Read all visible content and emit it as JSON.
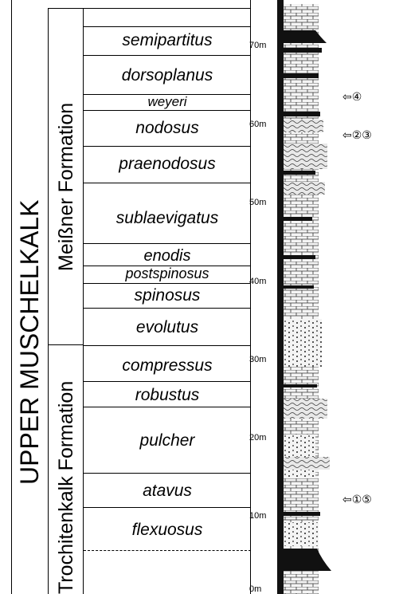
{
  "group": "UPPER MUSCHELKALK",
  "formations": [
    {
      "name": "Meißner Formation"
    },
    {
      "name": "Trochitenkalk Formation"
    }
  ],
  "zones": [
    {
      "name": "semipartitus"
    },
    {
      "name": "dorsoplanus"
    },
    {
      "name": "weyeri"
    },
    {
      "name": "nodosus"
    },
    {
      "name": "praenodosus"
    },
    {
      "name": "sublaevigatus"
    },
    {
      "name": "enodis"
    },
    {
      "name": "postspinosus"
    },
    {
      "name": "spinosus"
    },
    {
      "name": "evolutus"
    },
    {
      "name": "compressus"
    },
    {
      "name": "robustus"
    },
    {
      "name": "pulcher"
    },
    {
      "name": "atavus"
    },
    {
      "name": "flexuosus"
    }
  ],
  "depth_scale": {
    "unit": "m",
    "ticks": [
      "70m",
      "60m",
      "50m",
      "40m",
      "30m",
      "20m",
      "10m",
      "0m"
    ]
  },
  "markers": [
    {
      "label": "④",
      "depth_m": 64
    },
    {
      "label": "②③",
      "depth_m": 60
    },
    {
      "label": "①⑤",
      "depth_m": 11
    }
  ],
  "colors": {
    "line": "#000000",
    "mudstone": "#111111",
    "limestone": "#f2f2f2"
  }
}
